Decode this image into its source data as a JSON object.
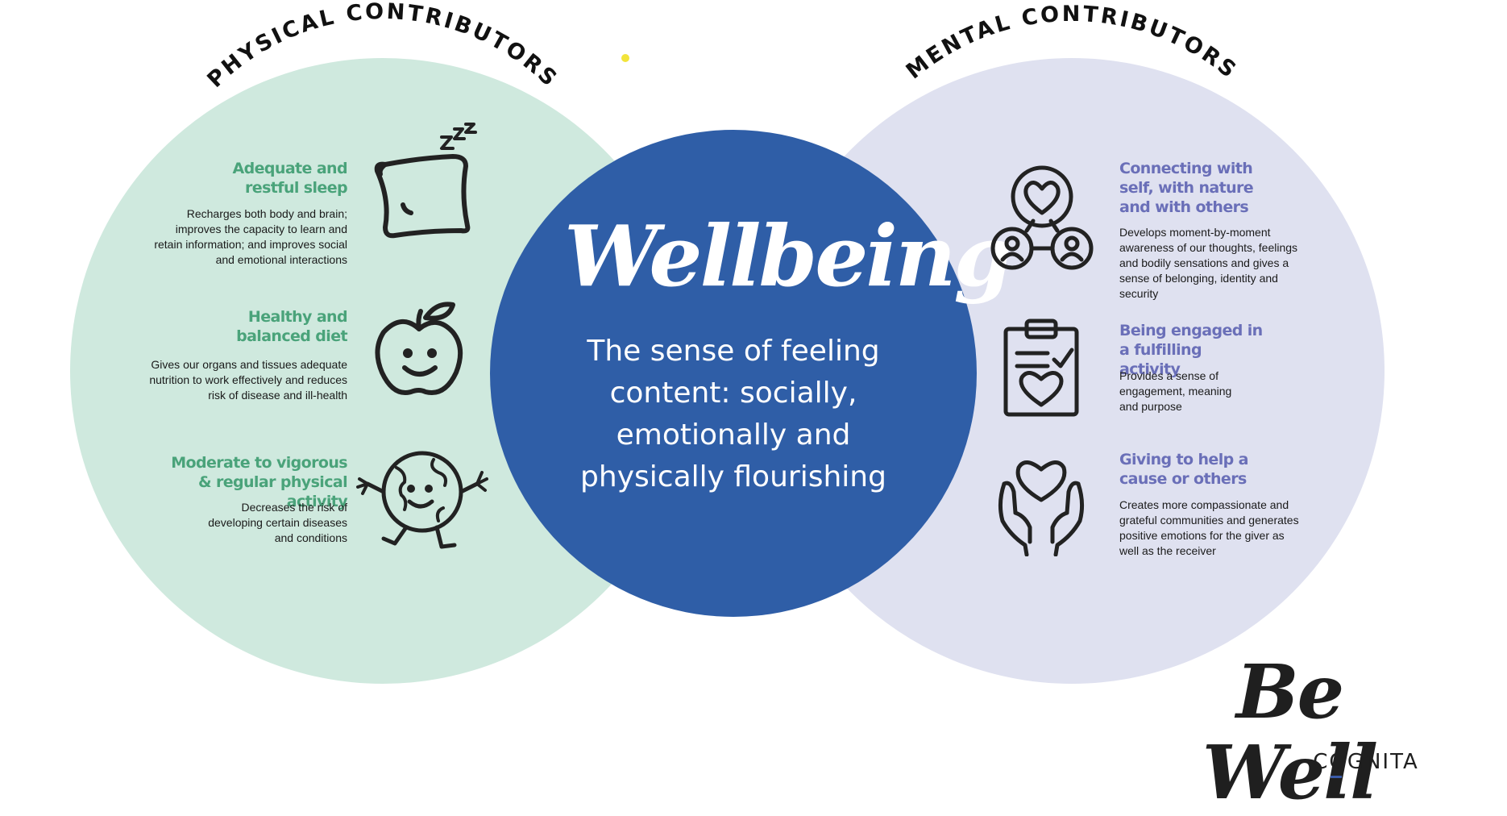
{
  "colors": {
    "physical_circle": "#cfe9de",
    "mental_circle": "#dfe1f0",
    "center_circle": "#2f5ea7",
    "physical_title": "#4aa37a",
    "mental_title": "#6a6fb8",
    "text_dark": "#1a1a1a",
    "accent_dot": "#f2e43a"
  },
  "physical": {
    "heading": "PHYSICAL CONTRIBUTORS",
    "items": [
      {
        "title": "Adequate and restful sleep",
        "desc": "Recharges both body and brain; improves the capacity to learn and retain information; and improves social and emotional interactions",
        "icon": "pillow-icon"
      },
      {
        "title": "Healthy and balanced diet",
        "desc": "Gives our organs and tissues adequate nutrition to work effectively and reduces risk of disease and ill-health",
        "icon": "apple-icon"
      },
      {
        "title": "Moderate to vigorous & regular physical activity",
        "desc": "Decreases the risk of developing certain diseases and conditions",
        "icon": "running-globe-icon"
      }
    ]
  },
  "mental": {
    "heading": "MENTAL CONTRIBUTORS",
    "items": [
      {
        "title": "Connecting with self, with nature and with others",
        "desc": "Develops moment-by-moment awareness of our thoughts, feelings and bodily sensations and gives a sense of belonging, identity and security",
        "icon": "heart-people-network-icon"
      },
      {
        "title": "Being engaged in a fulfilling activity",
        "desc": "Provides a sense of engagement, meaning and purpose",
        "icon": "clipboard-heart-icon"
      },
      {
        "title": "Giving to help a cause or others",
        "desc": "Creates more compassionate and grateful communities and generates positive emotions for the giver as well as the receiver",
        "icon": "hands-heart-icon"
      }
    ]
  },
  "center": {
    "title": "Wellbeing",
    "tagline": "The sense of feeling content: socially, emotionally and physically flourishing"
  },
  "brand": {
    "script": "Be Well",
    "name": "COGNITA"
  }
}
